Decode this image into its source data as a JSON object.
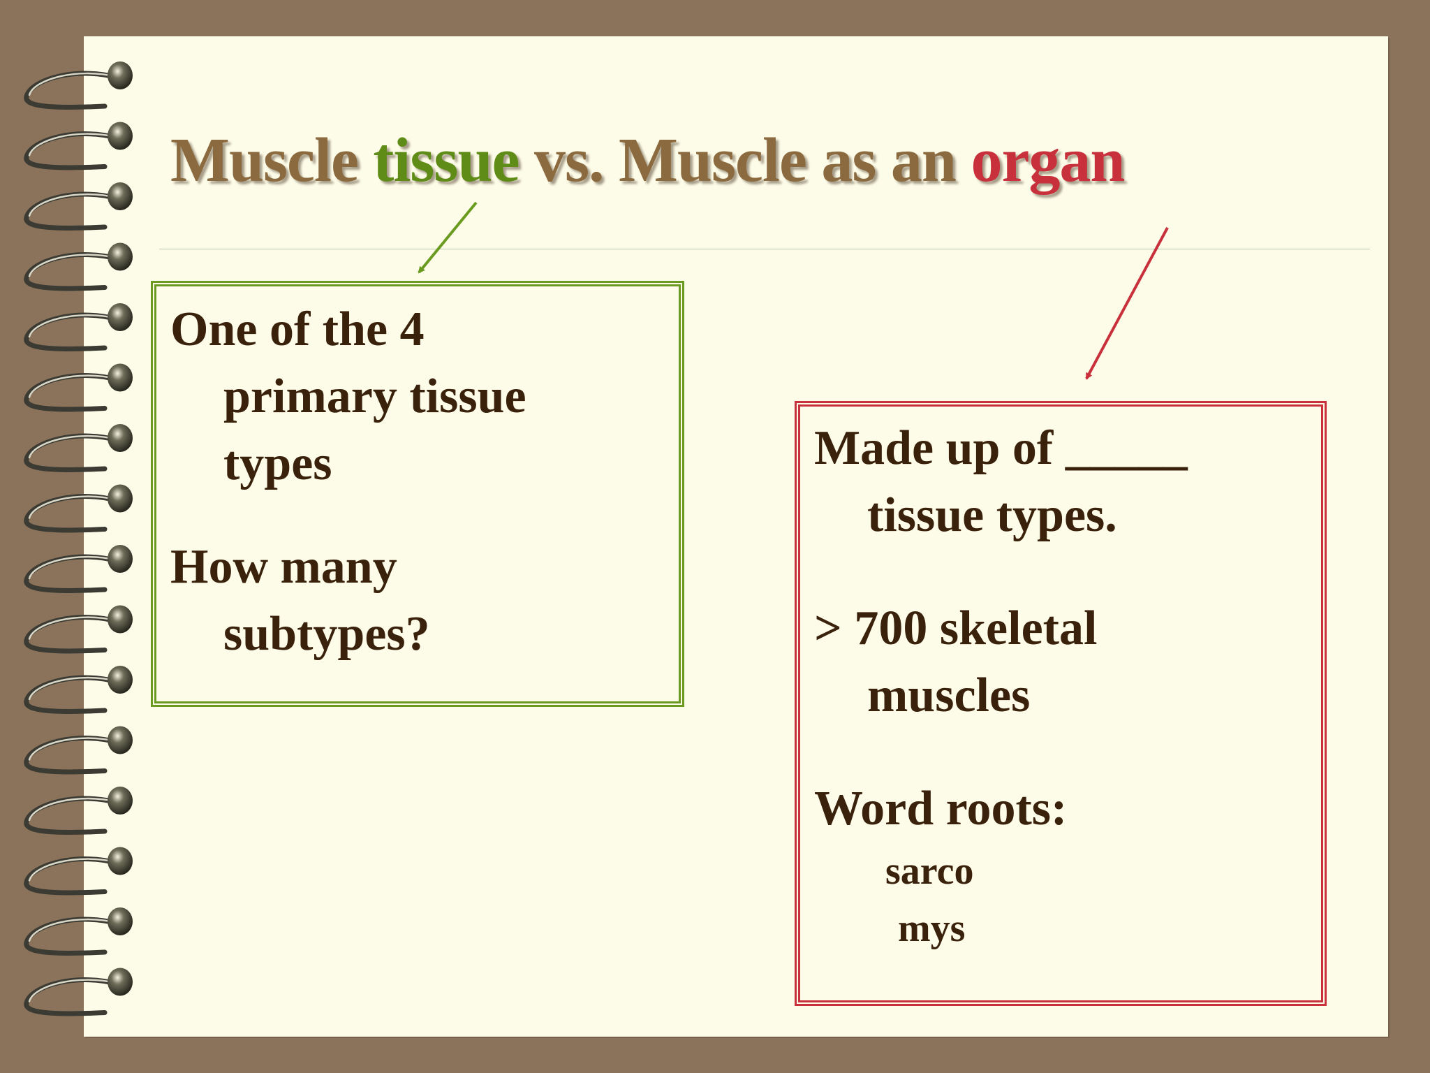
{
  "title": {
    "part1": "Muscle ",
    "part2": "tissue",
    "part3": " vs. Muscle as an ",
    "part4": "organ"
  },
  "tissue_box": {
    "para1_line1": "One of the 4",
    "para1_line2": "primary tissue",
    "para1_line3": "types",
    "para2_line1": "How many",
    "para2_line2": "subtypes?"
  },
  "organ_box": {
    "para1_line1": "Made up of _____",
    "para1_line2": "tissue types.",
    "para2_line1": "> 700 skeletal",
    "para2_line2": "muscles",
    "para3_line1": "Word roots:",
    "root1": "sarco",
    "root2": "mys"
  },
  "colors": {
    "frame": "#8b735b",
    "page": "#fdfce8",
    "title_brown": "#8b6a3f",
    "tissue_green": "#5e8c16",
    "organ_red": "#c8313c",
    "body_text": "#3a210b"
  }
}
